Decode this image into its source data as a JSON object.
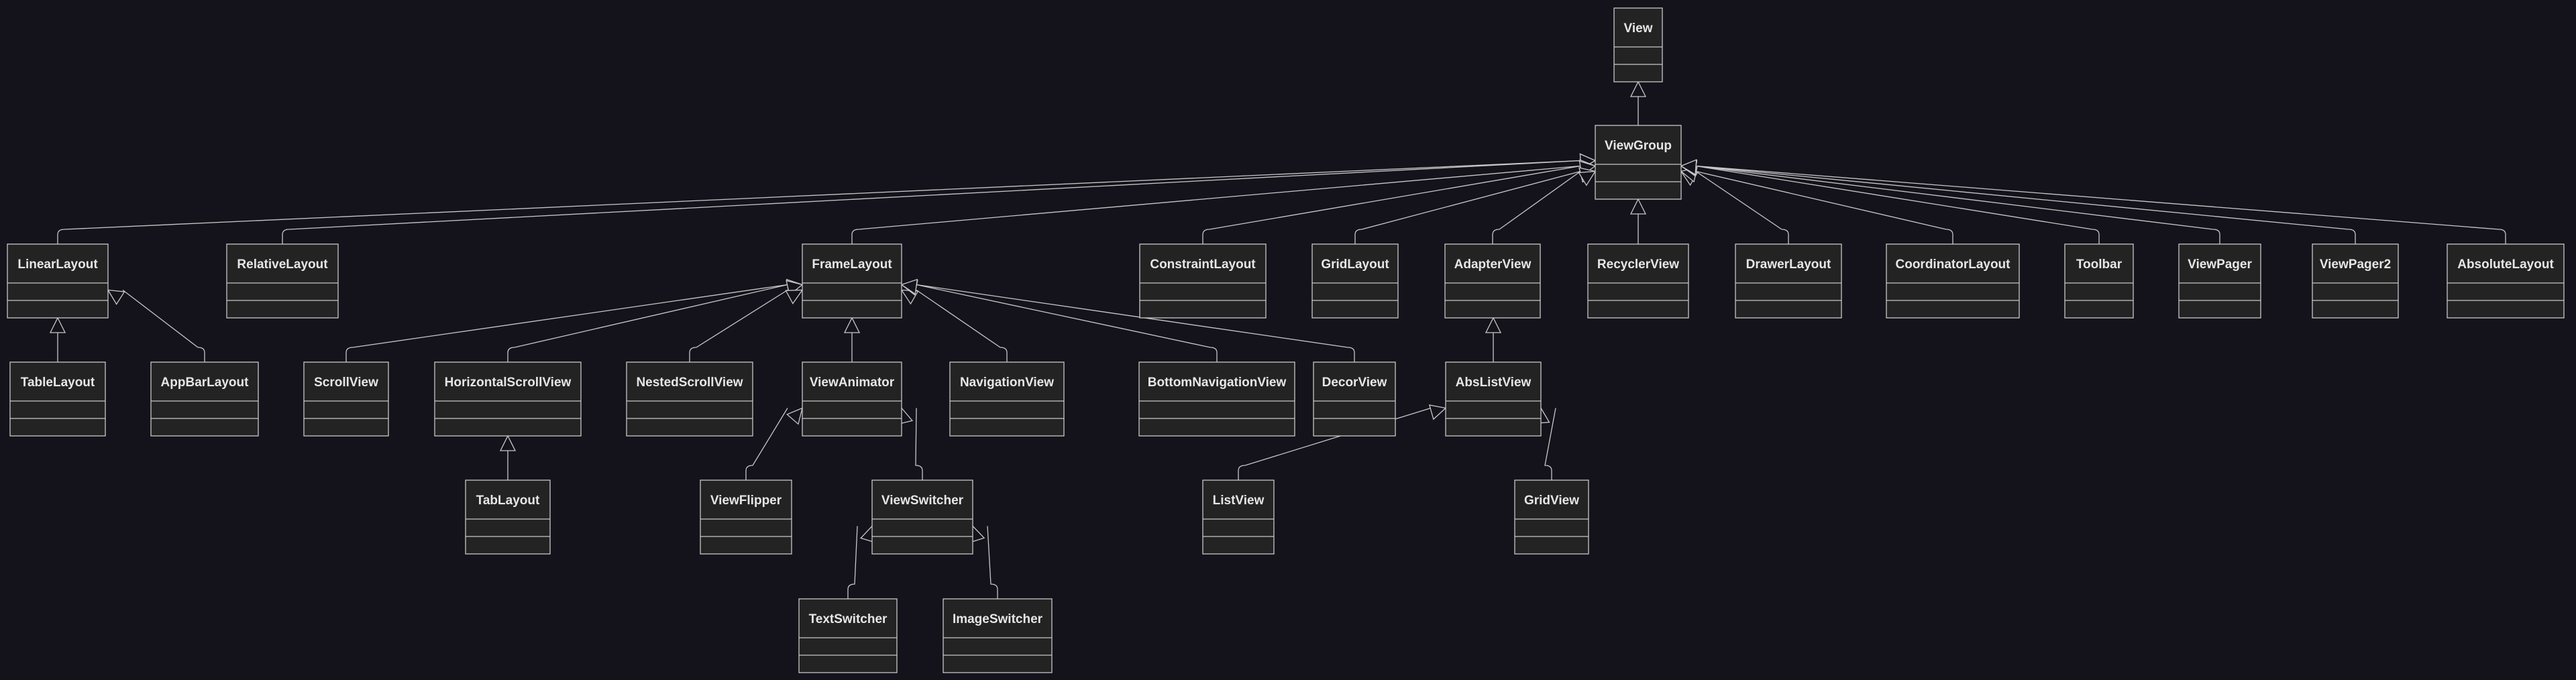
{
  "diagram": {
    "type": "class-hierarchy",
    "classes": {
      "view": "View",
      "viewgroup": "ViewGroup",
      "linearlayout": "LinearLayout",
      "relativelayout": "RelativeLayout",
      "framelayout": "FrameLayout",
      "constraintlayout": "ConstraintLayout",
      "gridlayout": "GridLayout",
      "adapterview": "AdapterView",
      "recyclerview": "RecyclerView",
      "drawerlayout": "DrawerLayout",
      "coordinatorlayout": "CoordinatorLayout",
      "toolbar": "Toolbar",
      "viewpager": "ViewPager",
      "viewpager2": "ViewPager2",
      "absolutelayout": "AbsoluteLayout",
      "tablelayout": "TableLayout",
      "appbarlayout": "AppBarLayout",
      "scrollview": "ScrollView",
      "horizontalscrollview": "HorizontalScrollView",
      "nestedscrollview": "NestedScrollView",
      "viewanimator": "ViewAnimator",
      "navigationview": "NavigationView",
      "bottomnavigationview": "BottomNavigationView",
      "decorview": "DecorView",
      "abslistview": "AbsListView",
      "tablayout": "TabLayout",
      "viewflipper": "ViewFlipper",
      "viewswitcher": "ViewSwitcher",
      "listview": "ListView",
      "gridview": "GridView",
      "textswitcher": "TextSwitcher",
      "imageswitcher": "ImageSwitcher"
    },
    "inheritance": [
      {
        "child": "viewgroup",
        "parent": "view"
      },
      {
        "child": "linearlayout",
        "parent": "viewgroup"
      },
      {
        "child": "relativelayout",
        "parent": "viewgroup"
      },
      {
        "child": "framelayout",
        "parent": "viewgroup"
      },
      {
        "child": "constraintlayout",
        "parent": "viewgroup"
      },
      {
        "child": "gridlayout",
        "parent": "viewgroup"
      },
      {
        "child": "adapterview",
        "parent": "viewgroup"
      },
      {
        "child": "recyclerview",
        "parent": "viewgroup"
      },
      {
        "child": "drawerlayout",
        "parent": "viewgroup"
      },
      {
        "child": "coordinatorlayout",
        "parent": "viewgroup"
      },
      {
        "child": "toolbar",
        "parent": "viewgroup"
      },
      {
        "child": "viewpager",
        "parent": "viewgroup"
      },
      {
        "child": "viewpager2",
        "parent": "viewgroup"
      },
      {
        "child": "absolutelayout",
        "parent": "viewgroup"
      },
      {
        "child": "tablelayout",
        "parent": "linearlayout"
      },
      {
        "child": "appbarlayout",
        "parent": "linearlayout"
      },
      {
        "child": "scrollview",
        "parent": "framelayout"
      },
      {
        "child": "horizontalscrollview",
        "parent": "framelayout"
      },
      {
        "child": "nestedscrollview",
        "parent": "framelayout"
      },
      {
        "child": "viewanimator",
        "parent": "framelayout"
      },
      {
        "child": "navigationview",
        "parent": "framelayout"
      },
      {
        "child": "bottomnavigationview",
        "parent": "framelayout"
      },
      {
        "child": "decorview",
        "parent": "framelayout"
      },
      {
        "child": "abslistview",
        "parent": "adapterview"
      },
      {
        "child": "tablayout",
        "parent": "horizontalscrollview"
      },
      {
        "child": "viewflipper",
        "parent": "viewanimator"
      },
      {
        "child": "viewswitcher",
        "parent": "viewanimator"
      },
      {
        "child": "listview",
        "parent": "abslistview"
      },
      {
        "child": "gridview",
        "parent": "abslistview"
      },
      {
        "child": "textswitcher",
        "parent": "viewswitcher"
      },
      {
        "child": "imageswitcher",
        "parent": "viewswitcher"
      }
    ],
    "colors": {
      "background": "#14131b",
      "box_fill": "#232323",
      "stroke": "#c8c8c8",
      "text": "#e6e6e6"
    }
  }
}
